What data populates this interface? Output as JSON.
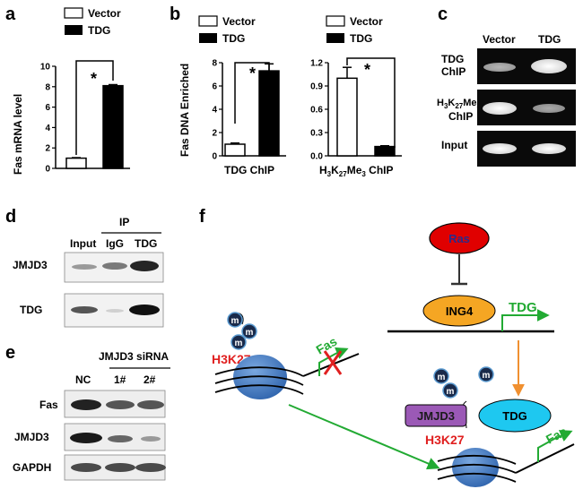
{
  "panels": {
    "a": "a",
    "b": "b",
    "c": "c",
    "d": "d",
    "e": "e",
    "f": "f"
  },
  "legend": {
    "vector": "Vector",
    "tdg": "TDG"
  },
  "significance": "*",
  "chart_data": [
    {
      "type": "bar",
      "panel": "a",
      "categories": [
        "Vector",
        "TDG"
      ],
      "values": [
        1.0,
        8.1
      ],
      "errors": [
        0.05,
        0.1
      ],
      "ylabel": "Fas mRNA level",
      "ylim": [
        0,
        10
      ],
      "yticks": [
        "0",
        "2",
        "4",
        "6",
        "8",
        "10"
      ],
      "legend": [
        "Vector",
        "TDG"
      ]
    },
    {
      "type": "bar",
      "panel": "b",
      "categories": [
        "Vector",
        "TDG"
      ],
      "values": [
        1.0,
        7.3
      ],
      "errors": [
        0.1,
        0.6
      ],
      "ylabel": "Fas DNA Enriched",
      "xlabel": "TDG ChIP",
      "ylim": [
        0,
        8
      ],
      "yticks": [
        "0",
        "2",
        "4",
        "6",
        "8"
      ],
      "legend": [
        "Vector",
        "TDG"
      ]
    },
    {
      "type": "bar",
      "panel": "b",
      "categories": [
        "Vector",
        "TDG"
      ],
      "values": [
        1.0,
        0.12
      ],
      "errors": [
        0.14,
        0.01
      ],
      "xlabel_base": "H",
      "xlabel_sub1": "3",
      "xlabel_mid": "K",
      "xlabel_sub2": "27",
      "xlabel_mid2": "Me",
      "xlabel_sub3": "3",
      "xlabel_end": " ChIP",
      "ylim": [
        0,
        1.2
      ],
      "yticks": [
        "0.0",
        "0.3",
        "0.6",
        "0.9",
        "1.2"
      ],
      "legend": [
        "Vector",
        "TDG"
      ]
    }
  ],
  "gel_c": {
    "cols": [
      "Vector",
      "TDG"
    ],
    "rows": [
      {
        "l1": "TDG",
        "l2": "ChIP"
      },
      {
        "l1_a": "H",
        "l1_s1": "3",
        "l1_b": "K",
        "l1_s2": "27",
        "l1_c": "Me",
        "l1_s3": "3",
        "l2": "ChIP"
      },
      {
        "l1": "Input",
        "l2": ""
      }
    ]
  },
  "blot_d": {
    "ip": "IP",
    "cols": [
      "Input",
      "IgG",
      "TDG"
    ],
    "rows": [
      "JMJD3",
      "TDG"
    ]
  },
  "blot_e": {
    "header": "JMJD3 siRNA",
    "cols": [
      "NC",
      "1#",
      "2#"
    ],
    "rows": [
      "Fas",
      "JMJD3",
      "GAPDH"
    ]
  },
  "diagram_f": {
    "ras": "Ras",
    "ing4": "ING4",
    "tdg_gene": "TDG",
    "h3k27_left": "H3K27",
    "fas_left": "Fas",
    "methyl": "m",
    "jmjd3": "JMJD3",
    "tdg_protein": "TDG",
    "h3k27_right": "H3K27",
    "fas_right": "Fas",
    "colors": {
      "ras": "#e00000",
      "ing4": "#f5a623",
      "jmjd3": "#9b59b6",
      "tdg": "#1ec8f0",
      "nucleosome": "#3a78c2",
      "green": "#22aa33",
      "orange": "#f09030",
      "red": "#e02020"
    }
  }
}
